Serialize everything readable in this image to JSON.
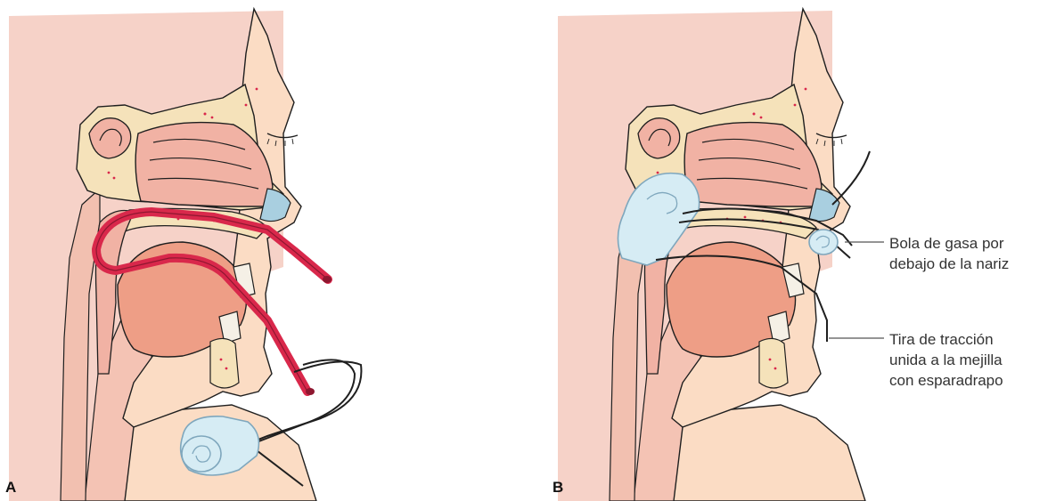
{
  "figure": {
    "panels": [
      {
        "id": "A",
        "letter": "A"
      },
      {
        "id": "B",
        "letter": "B"
      }
    ],
    "callouts": [
      {
        "id": "gauze-ball",
        "lines": [
          "Bola de gasa por",
          "debajo de la nariz"
        ]
      },
      {
        "id": "traction-strip",
        "lines": [
          "Tira de tracción",
          "unida a la mejilla",
          "con esparadrapo"
        ]
      }
    ],
    "colors": {
      "background_pink": "#f6d2c8",
      "skin": "#fbdcc4",
      "bone": "#f5e2ba",
      "cavity": "#f1b2a4",
      "tongue": "#ee9e86",
      "soft_tissue": "#f2c0b0",
      "catheter_red": "#d9284b",
      "catheter_dark": "#8e1730",
      "gauze_blue": "#d6ecf4",
      "gauze_outline": "#7fa7bd",
      "nasal_blue": "#a9cfe0",
      "outline": "#1f1f1f",
      "text": "#333333"
    }
  }
}
